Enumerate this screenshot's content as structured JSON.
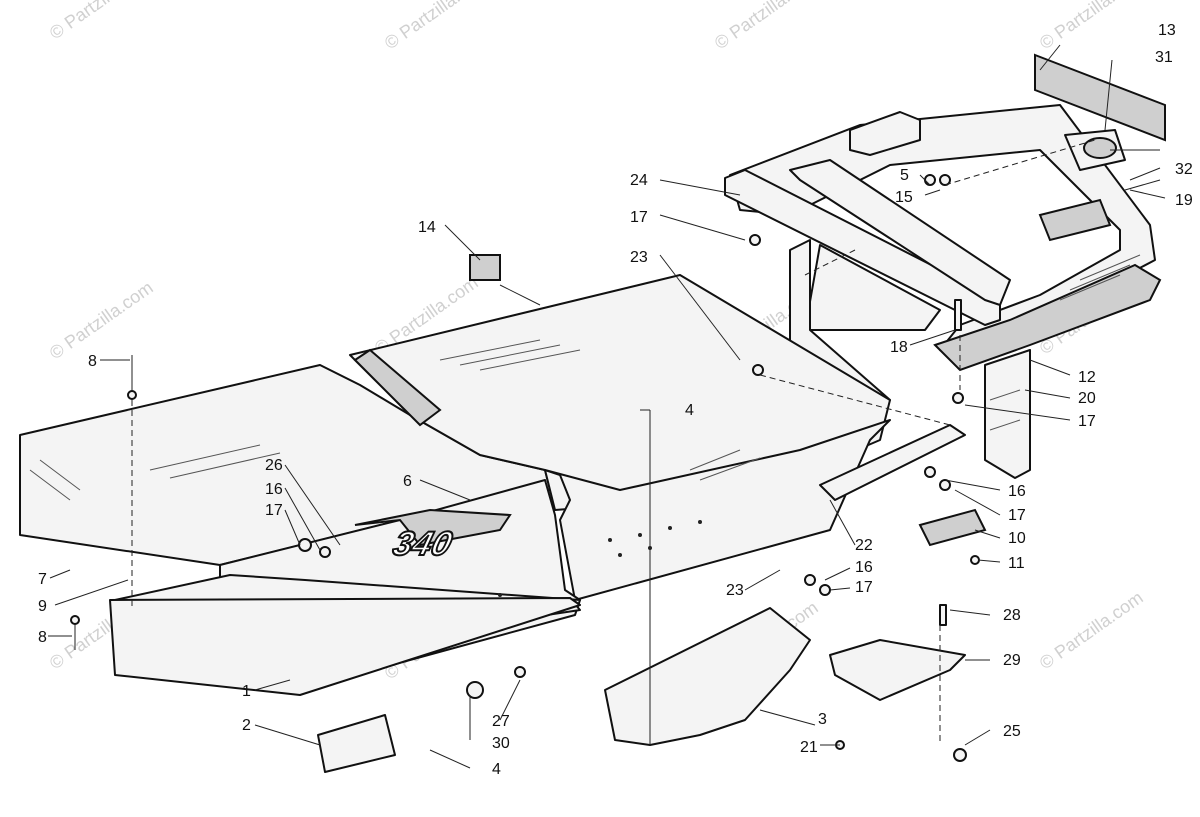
{
  "watermark": {
    "text": "© Partzilla.com"
  },
  "decal_text": "340",
  "callouts": {
    "c1": "1",
    "c2": "2",
    "c3": "3",
    "c4a": "4",
    "c4b": "4",
    "c5": "5",
    "c6": "6",
    "c7": "7",
    "c8a": "8",
    "c8b": "8",
    "c9": "9",
    "c10": "10",
    "c11": "11",
    "c12": "12",
    "c13": "13",
    "c14": "14",
    "c15": "15",
    "c16a": "16",
    "c16b": "16",
    "c16c": "16",
    "c17a": "17",
    "c17b": "17",
    "c17c": "17",
    "c17d": "17",
    "c17e": "17",
    "c18": "18",
    "c19": "19",
    "c20": "20",
    "c21": "21",
    "c22": "22",
    "c23a": "23",
    "c23b": "23",
    "c24": "24",
    "c25": "25",
    "c26": "26",
    "c27": "27",
    "c28": "28",
    "c29": "29",
    "c30": "30",
    "c31": "31",
    "c32": "32"
  }
}
